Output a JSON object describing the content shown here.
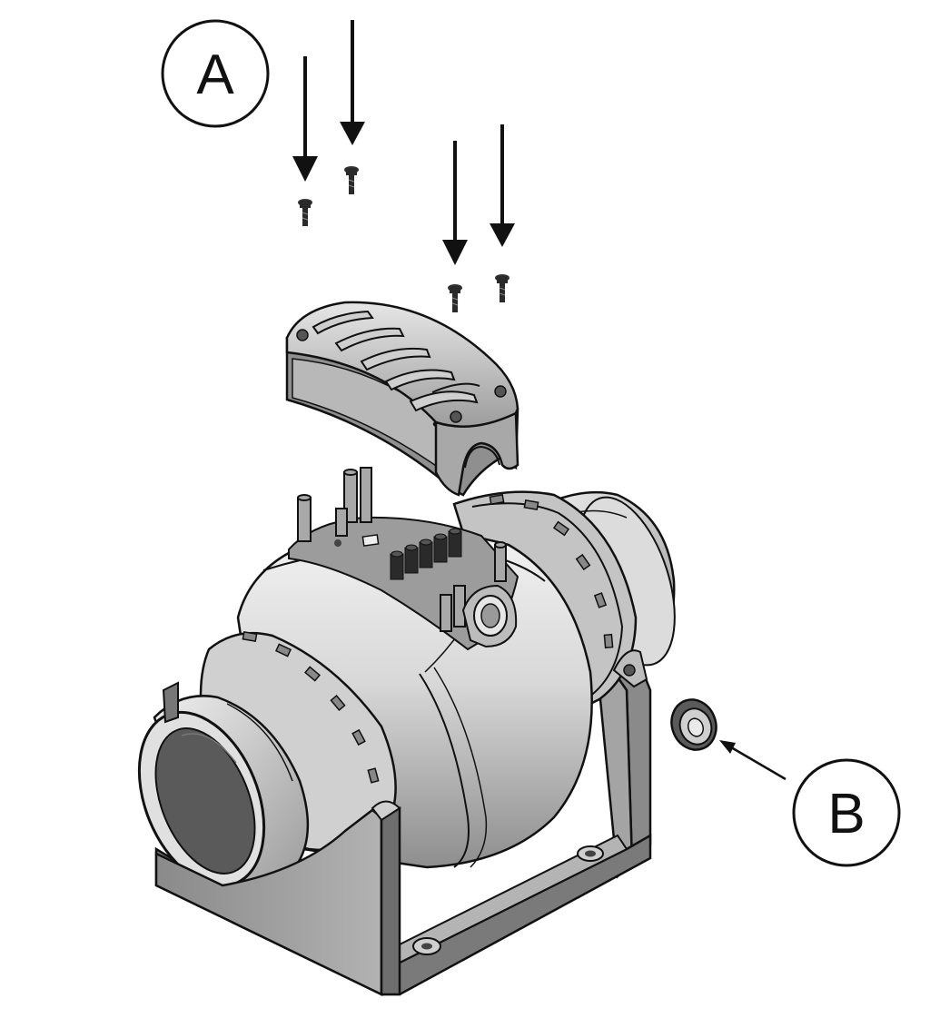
{
  "callouts": {
    "a": {
      "letter": "A"
    },
    "b": {
      "letter": "B"
    }
  },
  "colors": {
    "ink": "#111111",
    "body_light": "#e6e6e6",
    "body_mid": "#c8c8c8",
    "body_dark": "#8c8c8c",
    "bracket": "#9a9a9a",
    "bracket_dark": "#6e6e6e",
    "cover": "#d4d4d4",
    "terminal": "#2a2a2a"
  },
  "parts": {
    "screws": [
      "screw",
      "screw",
      "screw",
      "screw"
    ],
    "cover": "terminal-cover",
    "fan": "inline-duct-fan",
    "bracket": "mounting-bracket",
    "grommet": "cable-grommet"
  }
}
